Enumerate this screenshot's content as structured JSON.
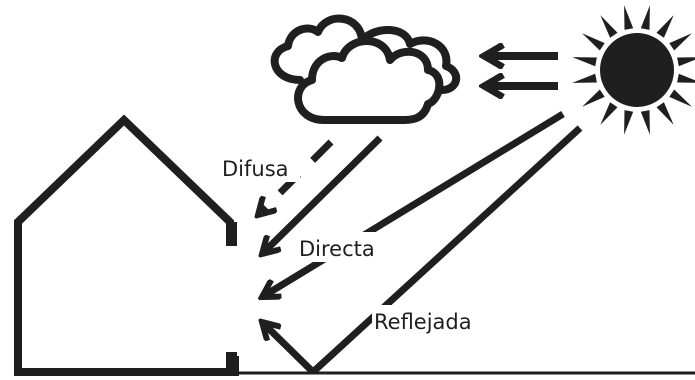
{
  "labels": {
    "diffuse": "Difusa",
    "direct": "Directa",
    "reflected": "Reflejada"
  },
  "colors": {
    "ink": "#1f1f1f",
    "background": "#ffffff"
  },
  "icons": [
    "sun-icon",
    "cloud-icon",
    "house-icon"
  ]
}
